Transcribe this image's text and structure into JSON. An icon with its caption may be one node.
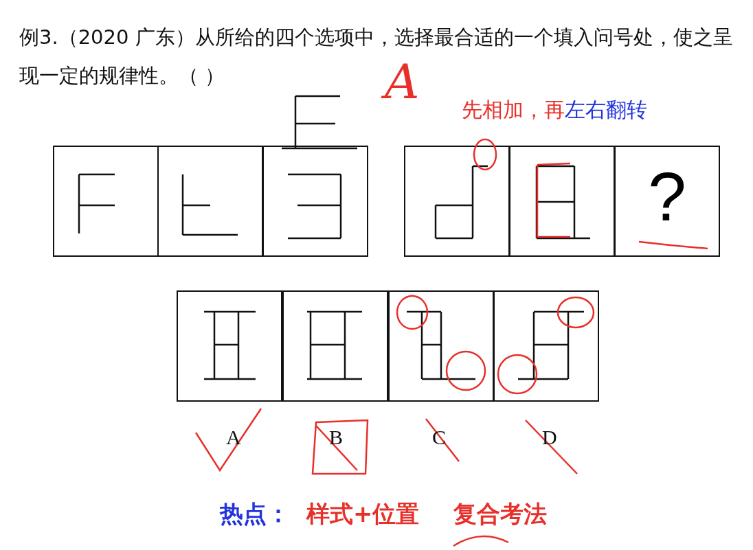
{
  "diagram": {
    "title": "例3.（2020 广东）从所给的四个选项中，选择最合适的一个填入问号处，使之呈现一定的规律性。（ ）",
    "nodes": [
      {
        "text": [],
        "shape": "box"
      },
      {
        "text": [],
        "shape": "box"
      },
      {
        "text": [],
        "shape": "box"
      },
      {
        "text": [],
        "shape": "box"
      },
      {
        "text": [],
        "shape": "box"
      },
      {
        "text": [
          "?"
        ]
      },
      {
        "text": [],
        "shape": "box"
      },
      {
        "text": [],
        "shape": "box"
      },
      {
        "text": [],
        "shape": "box"
      },
      {
        "text": [],
        "shape": "box"
      }
    ],
    "edges": [],
    "labels": [
      "A",
      "先相加，再",
      "左右翻转",
      "A",
      "B",
      "C",
      "D",
      "热点：",
      "样式+位置",
      "复合考法"
    ]
  }
}
